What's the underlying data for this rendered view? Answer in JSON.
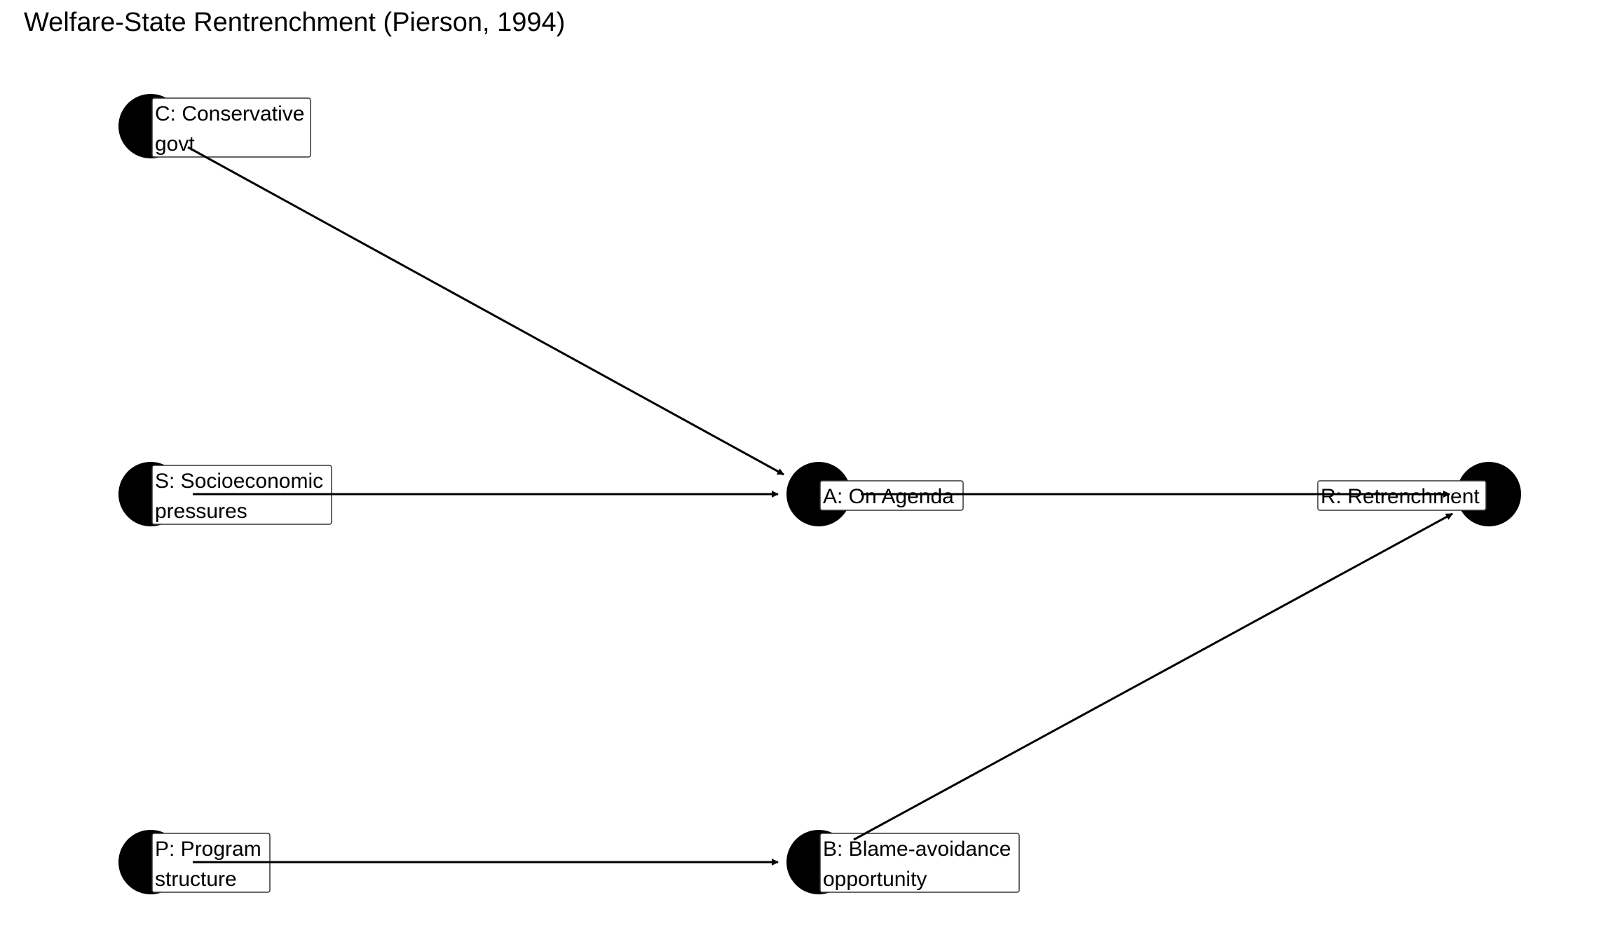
{
  "title": "Welfare-State Rentrenchment (Pierson, 1994)",
  "colors": {
    "node": "#000000",
    "edge": "#000000",
    "label_border": "#333333",
    "background": "#ffffff"
  },
  "nodes": [
    {
      "id": "C",
      "lines": [
        "C: Conservative",
        "govt"
      ]
    },
    {
      "id": "S",
      "lines": [
        "S: Socioeconomic",
        "pressures"
      ]
    },
    {
      "id": "P",
      "lines": [
        "P: Program",
        "structure"
      ]
    },
    {
      "id": "A",
      "lines": [
        "A: On Agenda"
      ]
    },
    {
      "id": "B",
      "lines": [
        "B: Blame-avoidance",
        "opportunity"
      ]
    },
    {
      "id": "R",
      "lines": [
        "R: Retrenchment"
      ]
    }
  ],
  "edges": [
    {
      "from": "C",
      "to": "A"
    },
    {
      "from": "S",
      "to": "A"
    },
    {
      "from": "A",
      "to": "R"
    },
    {
      "from": "P",
      "to": "B"
    },
    {
      "from": "B",
      "to": "R"
    }
  ]
}
